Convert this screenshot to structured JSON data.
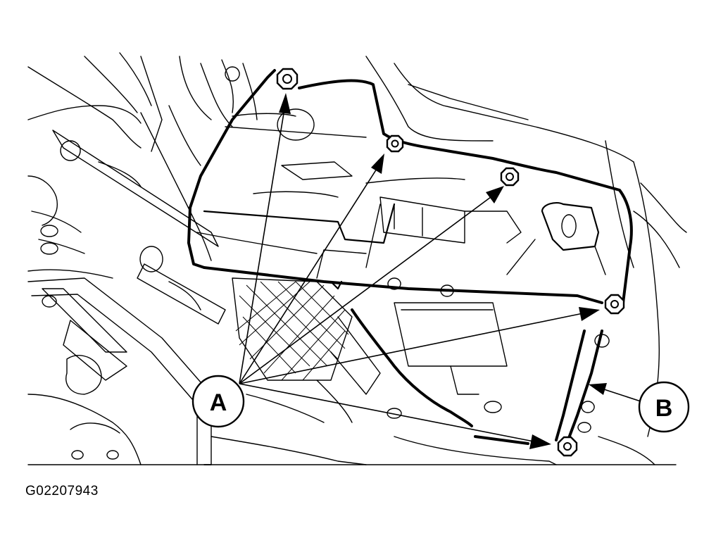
{
  "callouts": {
    "a": "A",
    "b": "B"
  },
  "figure_id": "G02207943"
}
